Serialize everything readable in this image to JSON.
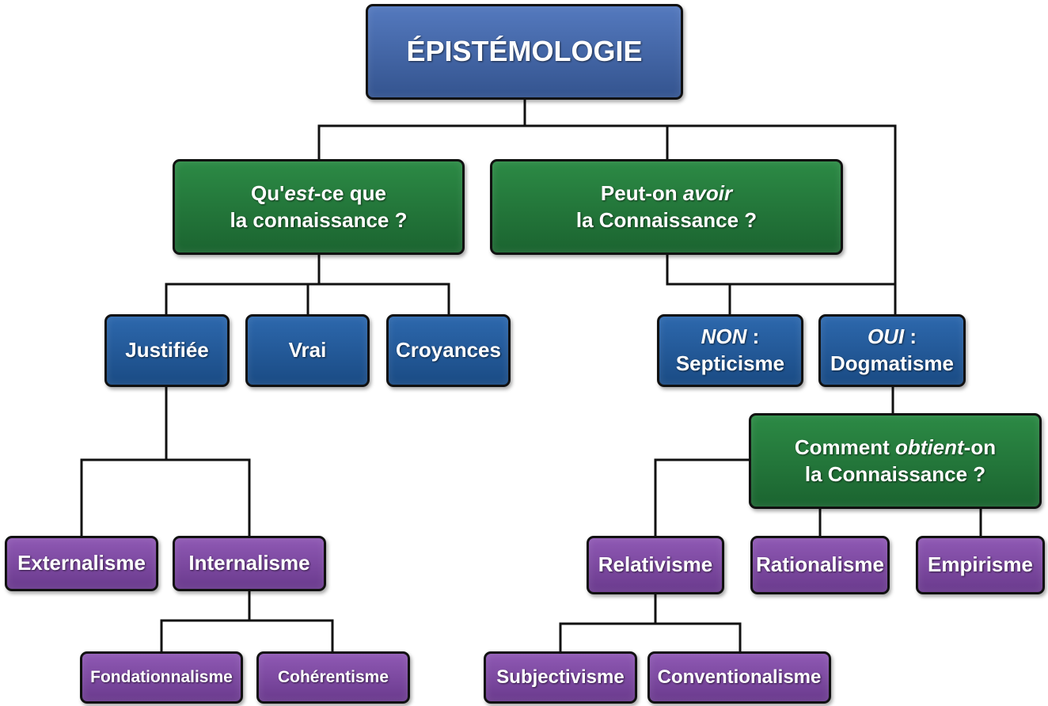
{
  "diagram": {
    "root": "ÉPISTÉMOLOGIE",
    "q1": {
      "pre": "Qu'",
      "em": "est",
      "post": "-ce que",
      "line2": "la connaissance ?"
    },
    "q2": {
      "pre": "Peut-on ",
      "em": "avoir",
      "line2": "la Connaissance ?"
    },
    "justifiee": "Justifiée",
    "vrai": "Vrai",
    "croyances": "Croyances",
    "non": {
      "em": "NON",
      "post": " :",
      "line2": "Septicisme"
    },
    "oui": {
      "em": "OUI",
      "post": " :",
      "line2": "Dogmatisme"
    },
    "q3": {
      "pre": "Comment ",
      "em": "obtient",
      "post": "-on",
      "line2": "la Connaissance ?"
    },
    "externalisme": "Externalisme",
    "internalisme": "Internalisme",
    "fondationnalisme": "Fondationnalisme",
    "coherentisme": "Cohérentisme",
    "relativisme": "Relativisme",
    "rationalisme": "Rationalisme",
    "empirisme": "Empirisme",
    "subjectivisme": "Subjectivisme",
    "conventionalisme": "Conventionalisme",
    "colors": {
      "root": "#4466a8",
      "question": "#237a3b",
      "concept": "#2459a0",
      "theory": "#7d4aa2",
      "connector": "#111111"
    }
  }
}
